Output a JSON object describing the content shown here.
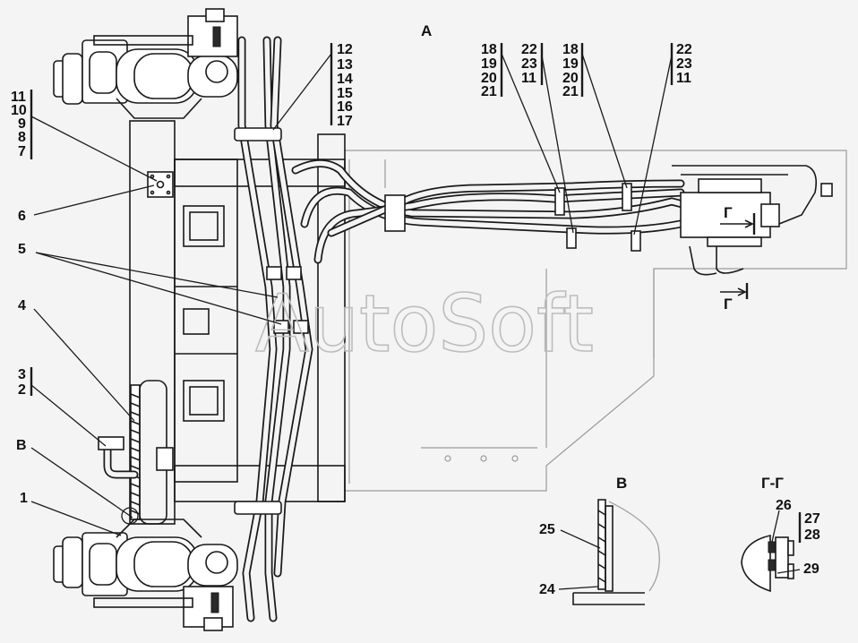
{
  "watermark": "AutoSoft",
  "views": {
    "main": "А",
    "detail_b": "В",
    "section": "Г-Г",
    "section_mark_top": "Г",
    "section_mark_bottom": "Г"
  },
  "callouts": {
    "stack_left": [
      "11",
      "10",
      "9",
      "8",
      "7"
    ],
    "stack_right": [
      "12",
      "13",
      "14",
      "15",
      "16",
      "17"
    ],
    "stack_a": [
      "18",
      "19",
      "20",
      "21"
    ],
    "stack_b": [
      "22",
      "23",
      "11"
    ],
    "stack_c": [
      "18",
      "19",
      "20",
      "21"
    ],
    "stack_d": [
      "22",
      "23",
      "11"
    ],
    "stack_32": [
      "3",
      "2"
    ],
    "stack_2728": [
      "27",
      "28"
    ],
    "single": {
      "p6": "6",
      "p5": "5",
      "p4": "4",
      "pB": "В",
      "p1": "1",
      "p25": "25",
      "p24": "24",
      "p26": "26",
      "p29": "29"
    }
  }
}
